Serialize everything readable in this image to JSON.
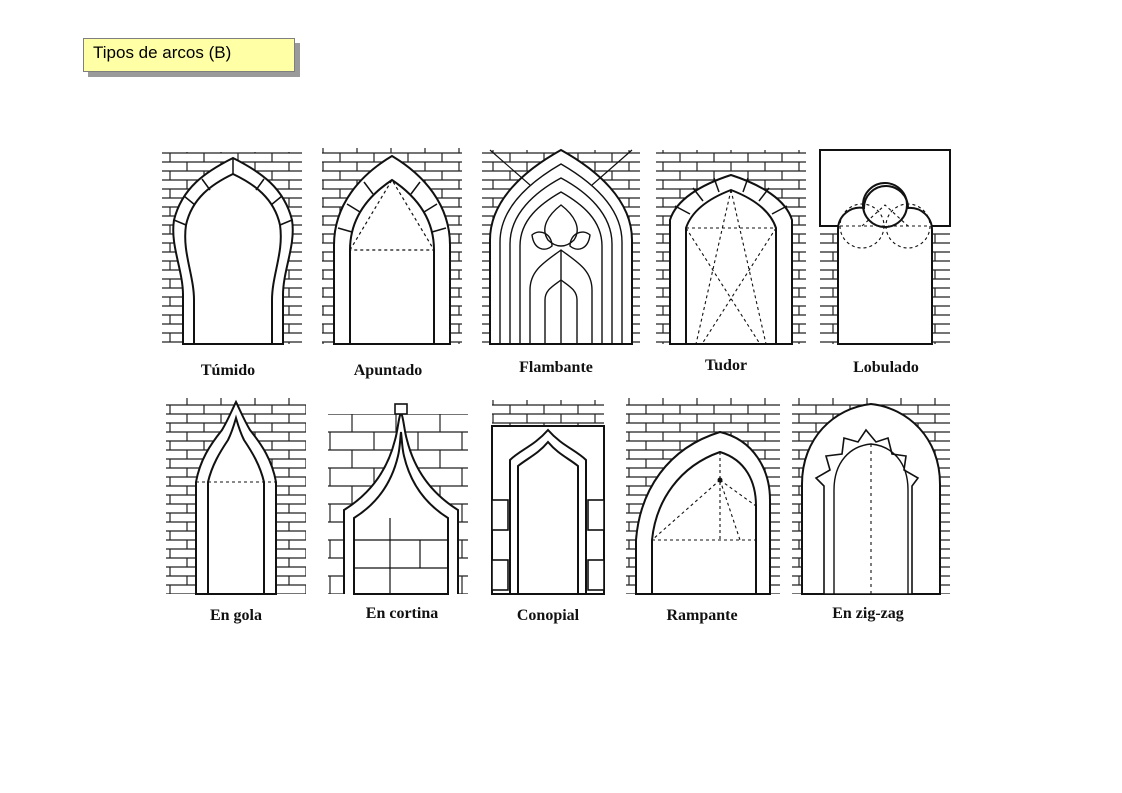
{
  "title": "Tipos de arcos (B)",
  "arches": [
    {
      "id": "tumido",
      "label": "Túmido"
    },
    {
      "id": "apuntado",
      "label": "Apuntado"
    },
    {
      "id": "flambante",
      "label": "Flambante"
    },
    {
      "id": "tudor",
      "label": "Tudor"
    },
    {
      "id": "lobulado",
      "label": "Lobulado"
    },
    {
      "id": "en-gola",
      "label": "En gola"
    },
    {
      "id": "en-cortina",
      "label": "En cortina"
    },
    {
      "id": "conopial",
      "label": "Conopial"
    },
    {
      "id": "rampante",
      "label": "Rampante"
    },
    {
      "id": "en-zig-zag",
      "label": "En zig-zag"
    }
  ],
  "colors": {
    "title_bg": "#ffffa6",
    "ink": "#111111",
    "paper": "#ffffff"
  }
}
